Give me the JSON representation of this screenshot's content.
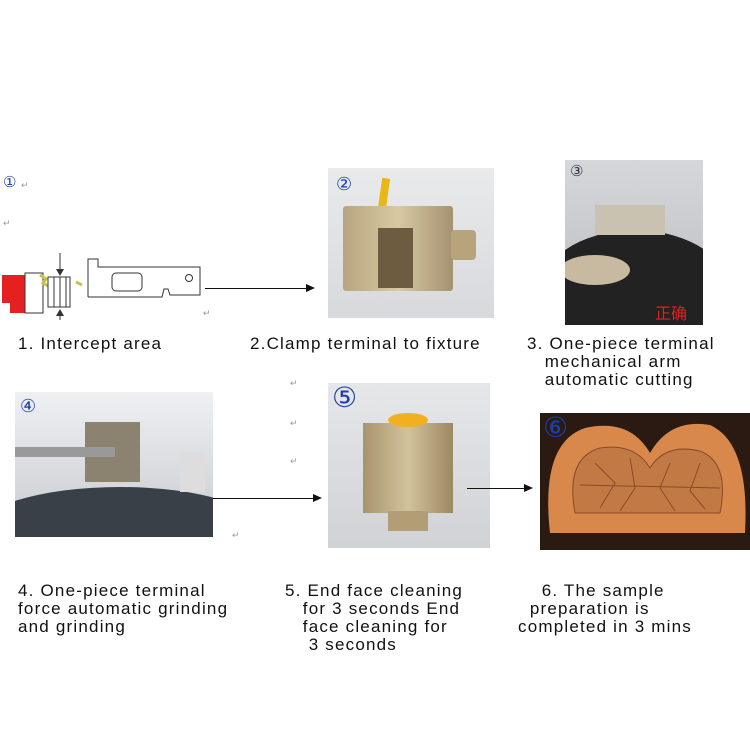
{
  "steps": [
    {
      "marker": "①",
      "caption": "1. Intercept area"
    },
    {
      "marker": "②",
      "caption": "2.Clamp terminal to fixture"
    },
    {
      "marker": "③",
      "caption": "3. One-piece terminal\n   mechanical arm\n   automatic cutting",
      "photo_label": "正确"
    },
    {
      "marker": "④",
      "caption": "4. One-piece terminal\nforce automatic grinding\nand grinding"
    },
    {
      "marker": "⑤",
      "caption": "5. End face cleaning\n   for 3 seconds End\n   face cleaning for\n    3 seconds"
    },
    {
      "marker": "⑥",
      "caption": "    6. The sample\n  preparation is\ncompleted in 3 mins"
    }
  ],
  "return_mark": "↵",
  "colors": {
    "marker": "#1a3fa8",
    "sample_copper": "#d9884c",
    "label_red": "#e02020"
  }
}
